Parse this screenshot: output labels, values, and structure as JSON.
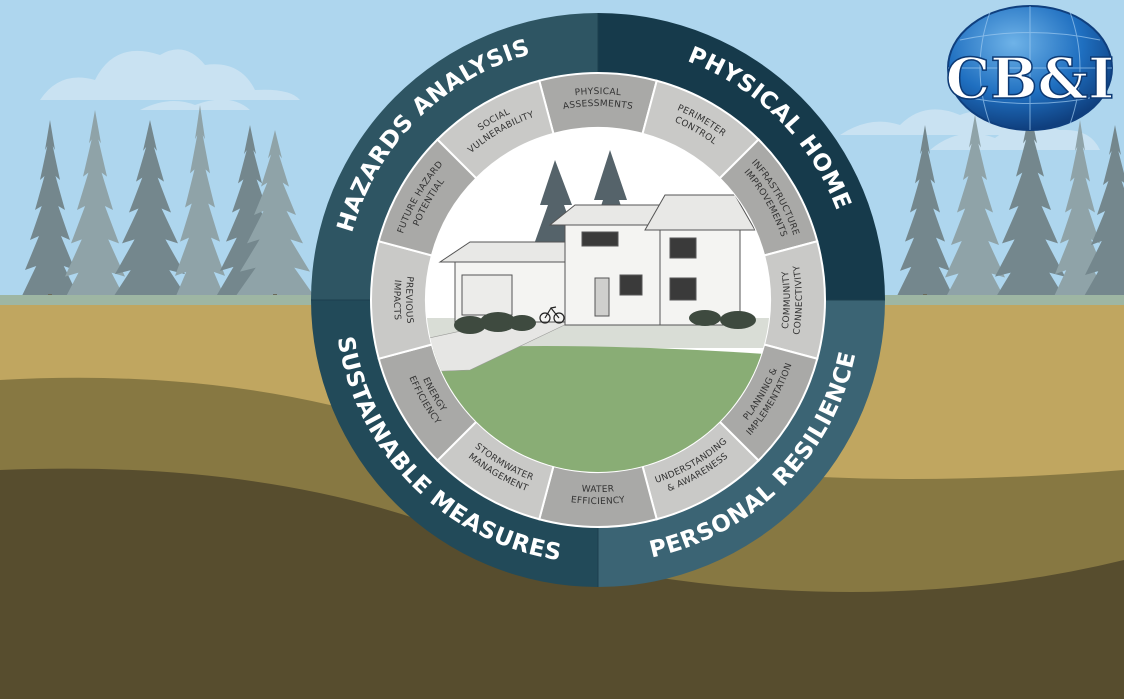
{
  "quadrants": [
    {
      "label": "HAZARDS ANALYSIS",
      "color": "#2e5563"
    },
    {
      "label": "PHYSICAL HOME",
      "color": "#163a4b"
    },
    {
      "label": "PERSONAL RESILIENCE",
      "color": "#3b6474"
    },
    {
      "label": "SUSTAINABLE MEASURES",
      "color": "#224a59"
    }
  ],
  "segments": [
    {
      "lines": [
        "PHYSICAL",
        "ASSESSMENTS"
      ]
    },
    {
      "lines": [
        "PERIMETER",
        "CONTROL"
      ]
    },
    {
      "lines": [
        "INFRASTRUCTURE",
        "IMPROVEMENTS"
      ]
    },
    {
      "lines": [
        "COMMUNITY",
        "CONNECTIVITY"
      ]
    },
    {
      "lines": [
        "PLANNING &",
        "IMPLEMENTATION"
      ]
    },
    {
      "lines": [
        "UNDERSTANDING",
        "& AWARENESS"
      ]
    },
    {
      "lines": [
        "WATER",
        "EFFICIENCY"
      ]
    },
    {
      "lines": [
        "STORMWATER",
        "MANAGEMENT"
      ]
    },
    {
      "lines": [
        "ENERGY",
        "EFFICIENCY"
      ]
    },
    {
      "lines": [
        "PREVIOUS",
        "IMPACTS"
      ]
    },
    {
      "lines": [
        "FUTURE HAZARD",
        "POTENTIAL"
      ]
    },
    {
      "lines": [
        "SOCIAL",
        "VULNERABILITY"
      ]
    }
  ],
  "logo": {
    "text": "CB&I",
    "icon": "globe-icon"
  },
  "colors": {
    "sky": "#aed6ee",
    "ground_light": "#c8ad64",
    "ground_mid": "#8d7d45",
    "ground_dark": "#5b5130",
    "segment_light": "#c9c9c7",
    "segment_dark": "#a9a9a7",
    "lawn": "#89ad75"
  }
}
